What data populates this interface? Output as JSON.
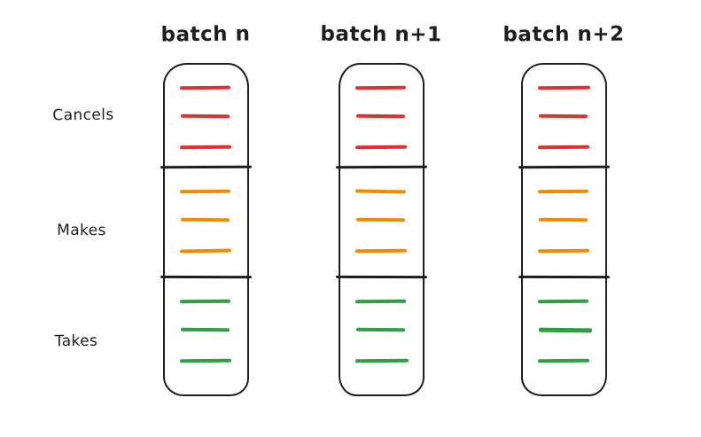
{
  "diagram": {
    "background": "#ffffff",
    "ink_color": "#1e1e1e",
    "columns": [
      {
        "title": "batch n"
      },
      {
        "title": "batch n+1"
      },
      {
        "title": "batch n+2"
      }
    ],
    "rows": [
      {
        "label": "Cancels",
        "color": "#e03131",
        "line_count": 3
      },
      {
        "label": "Makes",
        "color": "#f08c00",
        "line_count": 3
      },
      {
        "label": "Takes",
        "color": "#2f9e44",
        "line_count": 3
      }
    ]
  }
}
